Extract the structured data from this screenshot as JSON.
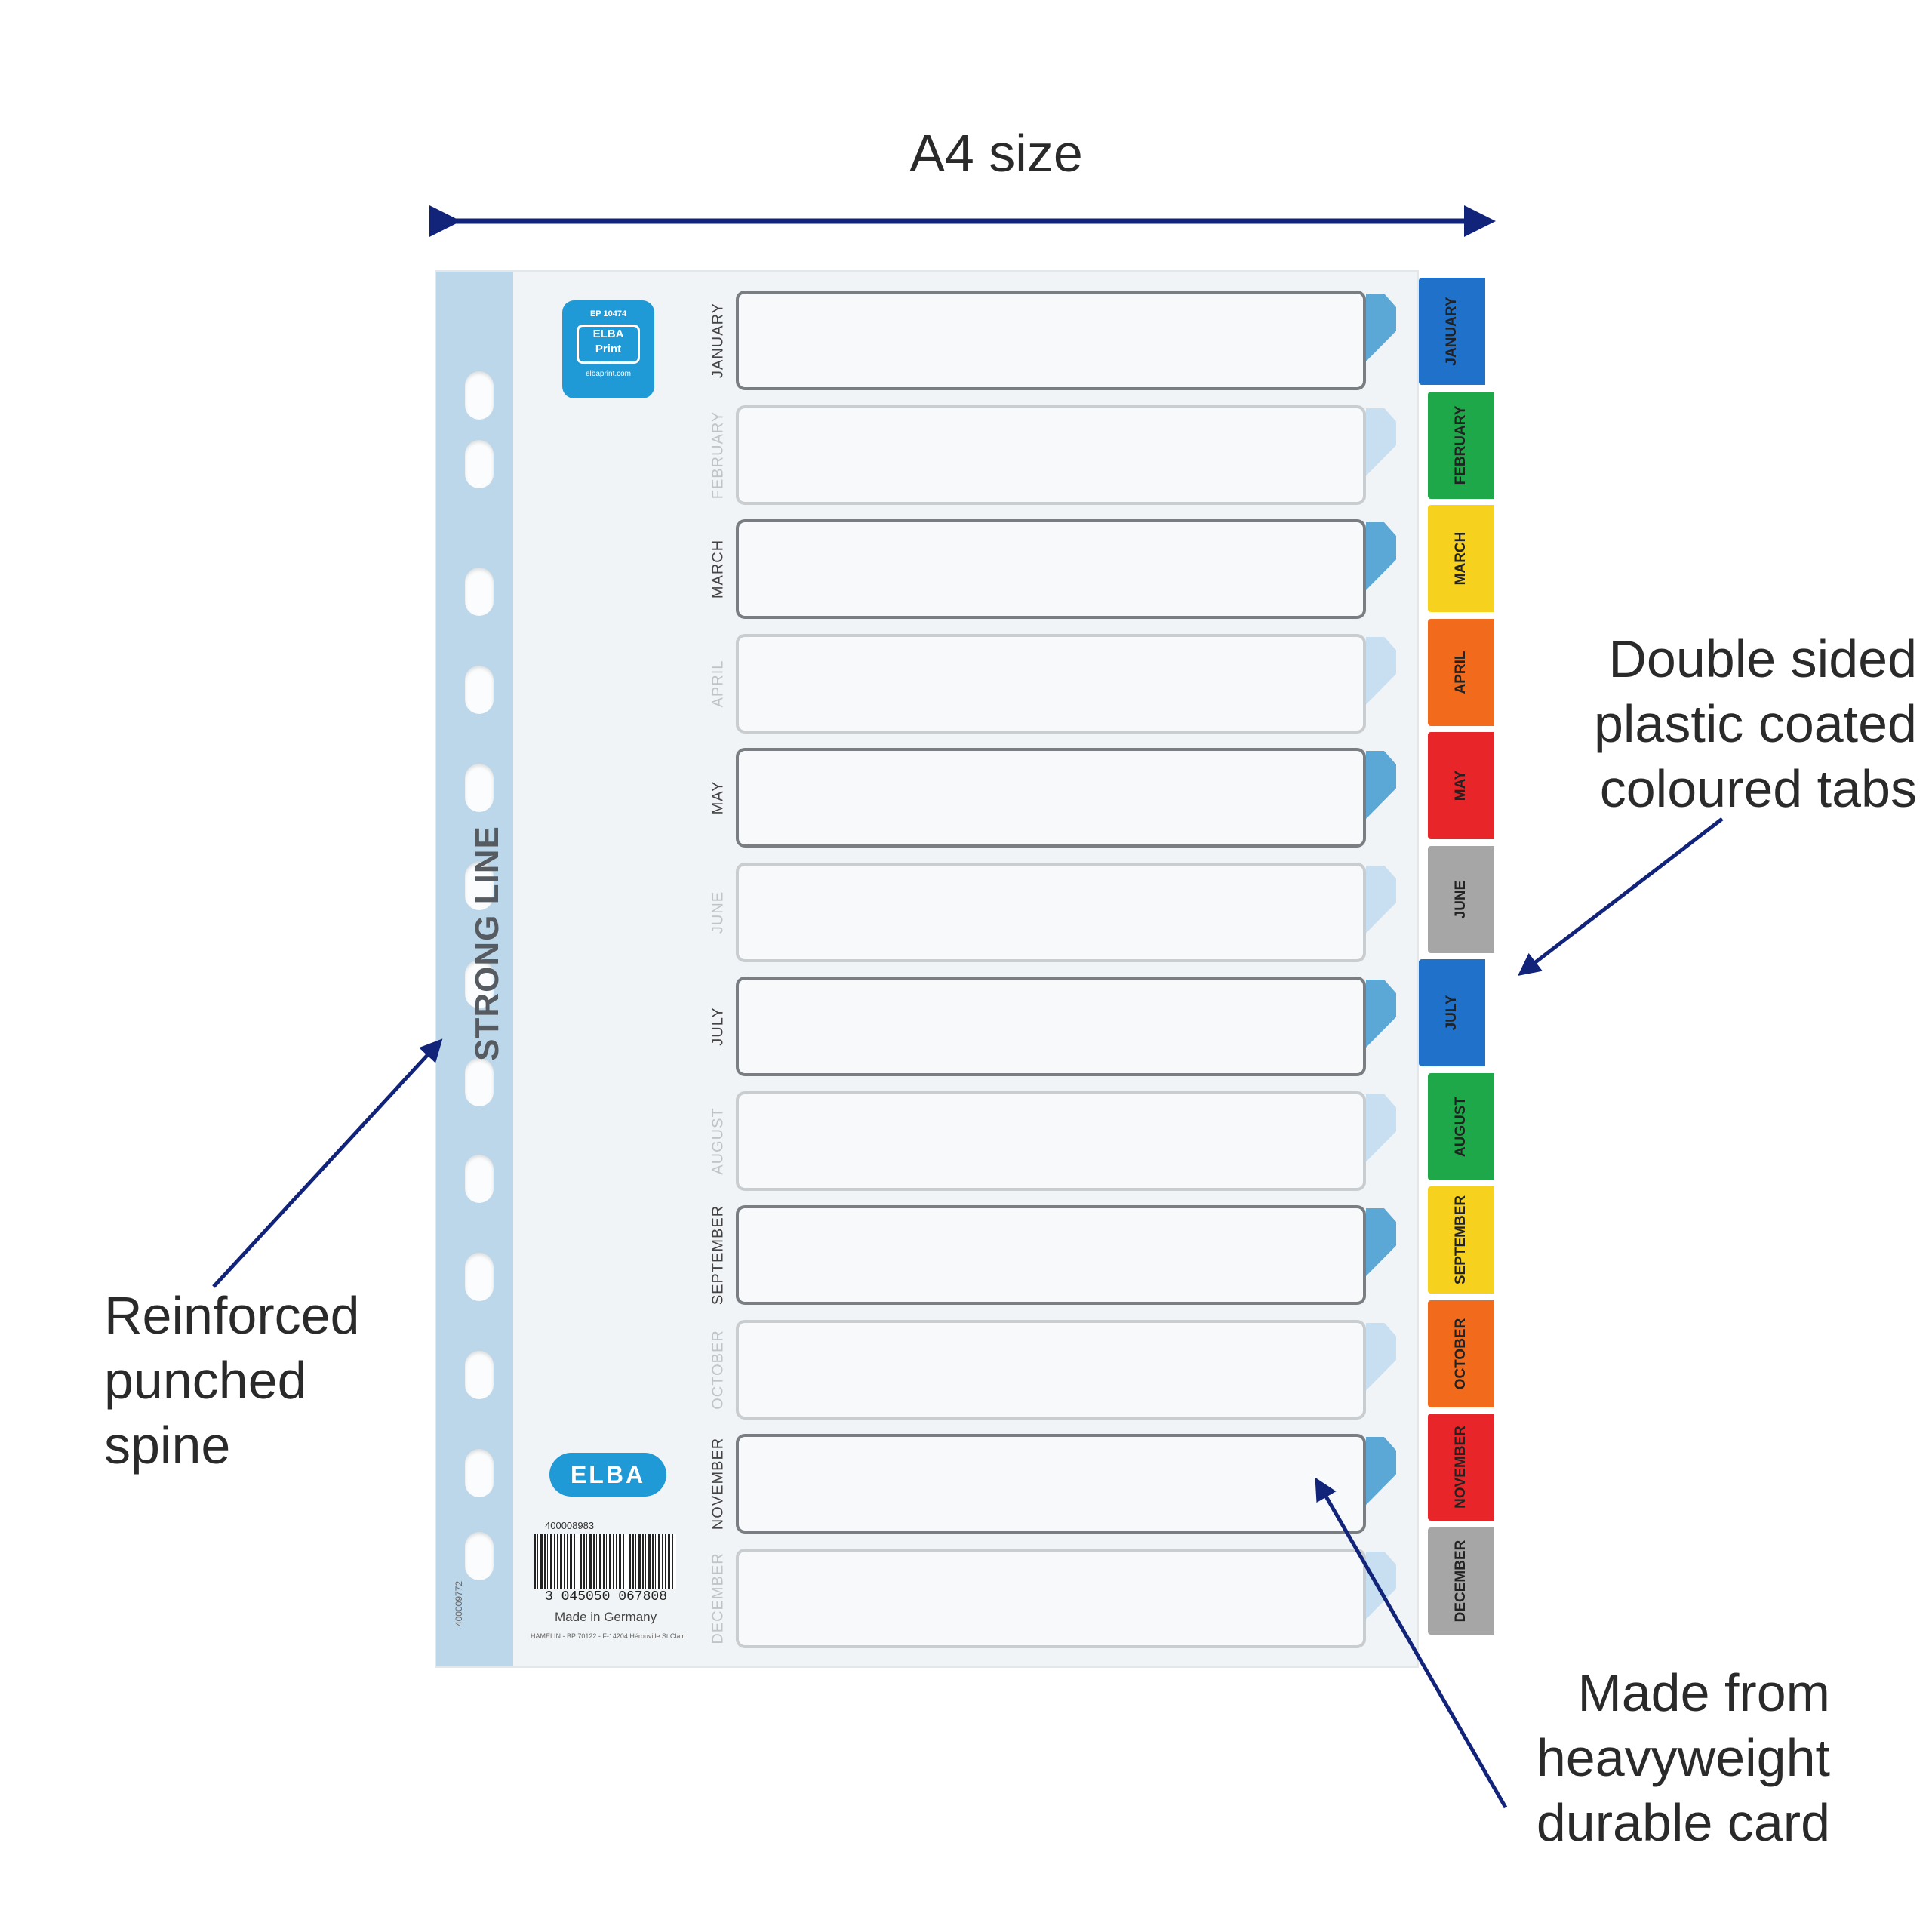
{
  "title": "A4 size",
  "callouts": {
    "tabs": [
      "Double sided",
      "plastic coated",
      "coloured tabs"
    ],
    "spine": [
      "Reinforced",
      "punched",
      "spine"
    ],
    "card": [
      "Made from",
      "heavyweight",
      "durable card"
    ]
  },
  "brand": {
    "strongline": "STRONG LINE",
    "badge_code": "EP 10474",
    "badge_logo": "ELBA",
    "badge_print": "Print",
    "badge_url": "elbaprint.com",
    "logo": "ELBA"
  },
  "product": {
    "spine_code": "400009772",
    "code": "400008983",
    "barcode": "3 045050 067808",
    "made_in": "Made in Germany",
    "address": "HAMELIN - BP 70122 - F-14204 Hérouville St Clair"
  },
  "months": [
    "JANUARY",
    "FEBRUARY",
    "MARCH",
    "APRIL",
    "MAY",
    "JUNE",
    "JULY",
    "AUGUST",
    "SEPTEMBER",
    "OCTOBER",
    "NOVEMBER",
    "DECEMBER"
  ],
  "tab_colors": [
    "#1f71c9",
    "#1fa84a",
    "#f6d21f",
    "#f26a1c",
    "#e8262a",
    "#a6a6a6",
    "#1f71c9",
    "#1fa84a",
    "#f6d21f",
    "#f26a1c",
    "#e8262a",
    "#a6a6a6"
  ],
  "colors": {
    "arrow": "#12237a",
    "spine": "#bcd6ea",
    "accent": "#1f9ad6"
  }
}
